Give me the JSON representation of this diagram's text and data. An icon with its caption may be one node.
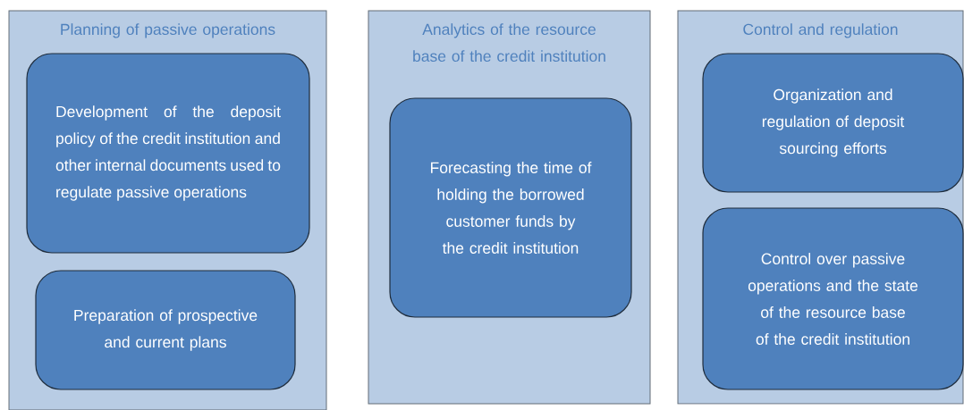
{
  "diagram": {
    "nodes": [
      {
        "text": [
          "Planning of passive operations"
        ]
      },
      {
        "text": [
          "Development of the deposit policy of the credit institution and other internal documents used to regulate passive operations"
        ],
        "in": 0
      },
      {
        "text": [
          "Preparation of prospective and current plans"
        ],
        "in": 0
      },
      {
        "text": [
          "Analytics of the resource base of the credit institution"
        ]
      },
      {
        "text": [
          "Forecasting the time of holding the borrowed customer funds by the credit institution"
        ],
        "in": 3
      },
      {
        "text": [
          "Control and regulation"
        ]
      },
      {
        "text": [
          "Organization and regulation of deposit sourcing efforts"
        ],
        "in": 5
      },
      {
        "text": [
          "Control over passive operations and the state of the resource base of the credit institution"
        ],
        "in": 5
      }
    ]
  }
}
